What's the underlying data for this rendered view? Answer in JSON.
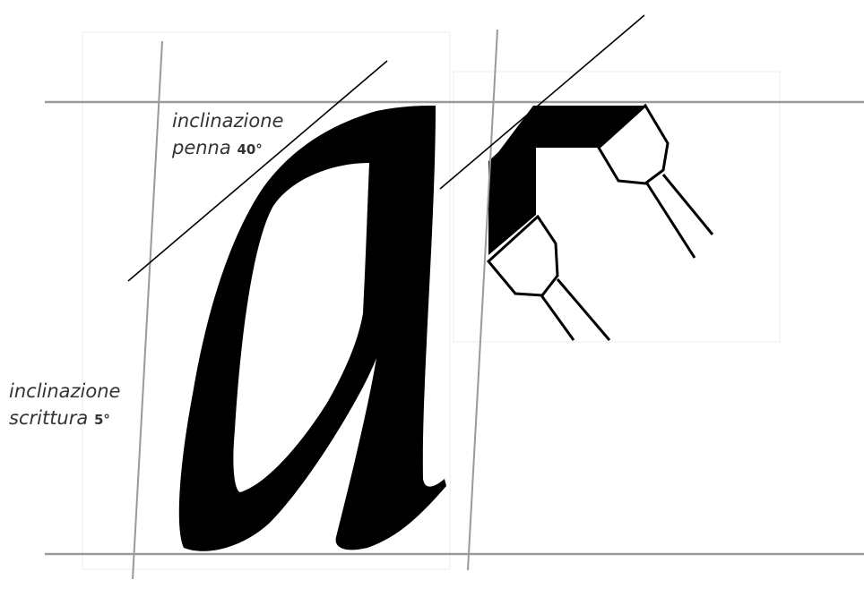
{
  "labels": {
    "pen_angle": {
      "line1": "inclinazione",
      "line2": "penna",
      "value": "40°"
    },
    "writing_angle": {
      "line1": "inclinazione",
      "line2": "scrittura",
      "value": "5°"
    }
  },
  "colors": {
    "background": "#ffffff",
    "ink": "#000000",
    "guide_line": "#9a9a9a",
    "panel_border": "#e6e6e6",
    "text": "#333333"
  }
}
